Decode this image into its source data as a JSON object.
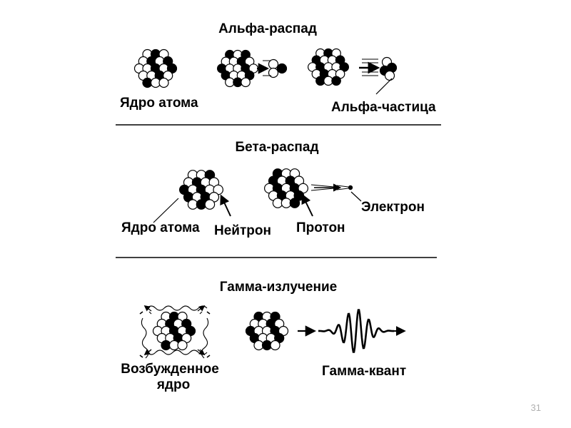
{
  "sections": {
    "alpha": {
      "title": "Альфа-распад",
      "nucleus_label": "Ядро атома",
      "particle_label": "Альфа-частица"
    },
    "beta": {
      "title": "Бета-распад",
      "nucleus_label": "Ядро атома",
      "neutron_label": "Нейтрон",
      "proton_label": "Протон",
      "electron_label": "Электрон"
    },
    "gamma": {
      "title": "Гамма-излучение",
      "excited_label_line1": "Возбужденное",
      "excited_label_line2": "ядро",
      "quantum_label": "Гамма-квант"
    }
  },
  "page_number": "31"
}
